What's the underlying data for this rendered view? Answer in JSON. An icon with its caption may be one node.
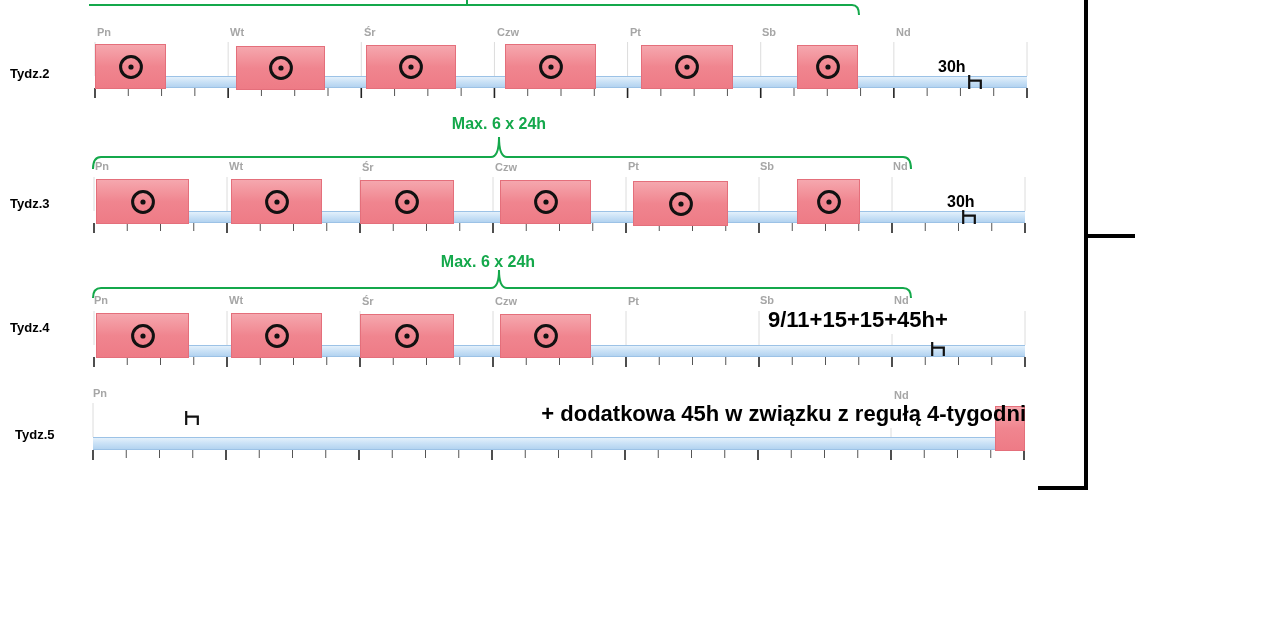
{
  "diagram": {
    "nodes": [
      {
        "text": [],
        "shape": "bar"
      },
      {
        "text": [],
        "shape": "bar"
      },
      {
        "text": [],
        "shape": "bar"
      },
      {
        "text": [],
        "shape": "bar"
      },
      {
        "text": [],
        "shape": "bar"
      },
      {
        "text": [],
        "shape": "bar"
      },
      {
        "text": [],
        "shape": "bar"
      },
      {
        "text": [],
        "shape": "bar"
      },
      {
        "text": [],
        "shape": "bar"
      },
      {
        "text": [],
        "shape": "bar"
      },
      {
        "text": [],
        "shape": "bar"
      },
      {
        "text": [],
        "shape": "bar"
      },
      {
        "text": [],
        "shape": "bar"
      },
      {
        "text": [],
        "shape": "bar"
      },
      {
        "text": [],
        "shape": "bar"
      },
      {
        "text": [],
        "shape": "bar"
      },
      {
        "text": [],
        "shape": "bar"
      }
    ],
    "labels": [
      "Pn",
      "Wt",
      "Śr",
      "Czw",
      "Pt",
      "Sb",
      "Nd",
      "Tydz.2",
      "30h",
      "Max. 6 x 24h",
      "Pn",
      "Wt",
      "Śr",
      "Czw",
      "Pt",
      "Sb",
      "Nd",
      "Tydz.3",
      "30h",
      "Max. 6 x 24h",
      "Pn",
      "Wt",
      "Śr",
      "Czw",
      "Pt",
      "Sb",
      "Nd",
      "9/11+15+15+45h+",
      "Tydz.4",
      "Pn",
      "Nd",
      "+ dodatkowa 45h w związku z regułą 4-tygodni",
      "Tydz.5"
    ]
  }
}
